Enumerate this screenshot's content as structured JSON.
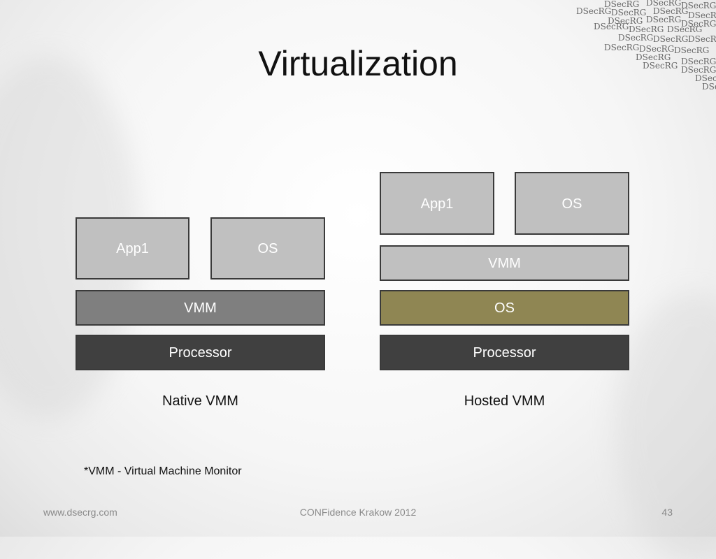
{
  "slide": {
    "title": "Virtualization",
    "logo_text": "DSecRG",
    "footnote": "*VMM - Virtual Machine Monitor"
  },
  "native": {
    "caption": "Native VMM",
    "app1": "App1",
    "os": "OS",
    "vmm": "VMM",
    "processor": "Processor"
  },
  "hosted": {
    "caption": "Hosted VMM",
    "app1": "App1",
    "os": "OS",
    "vmm": "VMM",
    "host_os": "OS",
    "processor": "Processor"
  },
  "footer": {
    "url": "www.dsecrg.com",
    "event": "CONFidence Krakow 2012",
    "page_number": "43"
  },
  "colors": {
    "light_box": "#c0c0c0",
    "vmm_native": "#7f7f7f",
    "processor": "#404040",
    "host_os": "#8f8653"
  }
}
